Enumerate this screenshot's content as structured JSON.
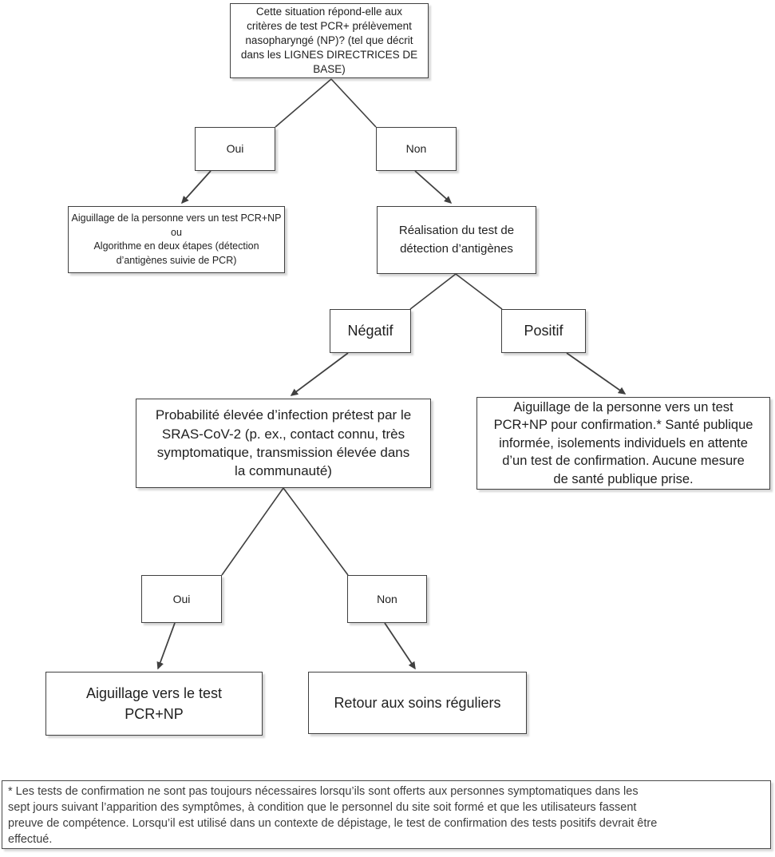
{
  "colors": {
    "box_border": "#404040",
    "connector": "#404040",
    "text": "#1f1f1f",
    "footnote_text": "#3d3d3d"
  },
  "nodes": {
    "question": {
      "lines": [
        "Cette situation répond-elle aux",
        "critères de test PCR+ prélèvement",
        "nasopharyngé (NP)? (tel que décrit",
        "dans les LIGNES DIRECTRICES DE",
        "BASE)"
      ]
    },
    "oui1": {
      "label": "Oui"
    },
    "non1": {
      "label": "Non"
    },
    "pcr_or_algo": {
      "lines": [
        "Aiguillage de la personne vers un test PCR+NP",
        "ou",
        "Algorithme en deux étapes (détection",
        "d’antigènes suivie de PCR)"
      ]
    },
    "antigen_test": {
      "lines": [
        "Réalisation du test de",
        "détection d’antigènes"
      ]
    },
    "negatif": {
      "label": "Négatif"
    },
    "positif": {
      "label": "Positif"
    },
    "pretest_probability": {
      "lines": [
        "Probabilité élevée d’infection prétest par le",
        "SRAS-CoV-2 (p. ex., contact connu, très",
        "symptomatique, transmission élevée dans",
        "la communauté)"
      ]
    },
    "confirmation": {
      "lines": [
        "Aiguillage de la personne vers un test",
        "PCR+NP pour confirmation.* Santé publique",
        "informée, isolements individuels en attente",
        "d’un test de confirmation. Aucune mesure",
        "de santé publique prise."
      ]
    },
    "oui2": {
      "label": "Oui"
    },
    "non2": {
      "label": "Non"
    },
    "pcr_referral": {
      "lines": [
        "Aiguillage vers le test",
        "PCR+NP"
      ]
    },
    "regular_care": {
      "label": "Retour aux soins réguliers"
    }
  },
  "footnote": {
    "lines": [
      "* Les tests de confirmation ne sont pas toujours nécessaires lorsqu’ils sont offerts aux personnes symptomatiques dans les",
      "sept jours suivant l’apparition des symptômes, à condition que le personnel du site soit formé et que les utilisateurs fassent",
      "preuve de compétence. Lorsqu’il est utilisé dans un contexte de dépistage, le test de confirmation des tests positifs devrait être",
      "effectué."
    ]
  }
}
